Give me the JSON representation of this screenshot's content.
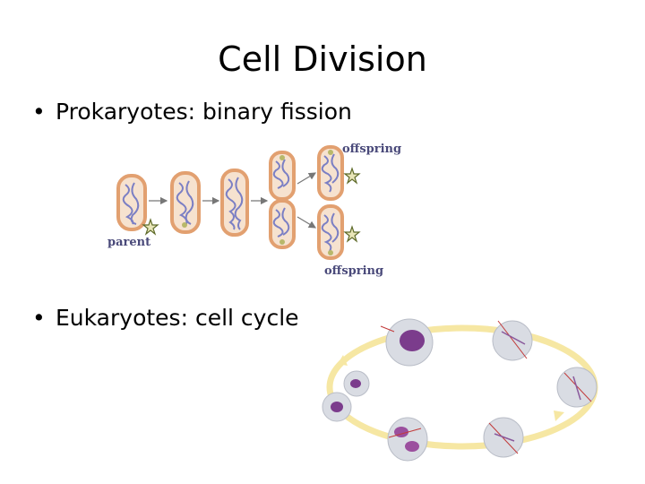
{
  "slide": {
    "title": "Cell Division",
    "bullets": [
      {
        "marker": "•",
        "text": "Prokaryotes: binary fission"
      },
      {
        "marker": "•",
        "text": "Eukaryotes: cell cycle"
      }
    ]
  },
  "fission_figure": {
    "labels": {
      "parent": "parent",
      "offspring_top": "offspring",
      "offspring_bottom": "offspring"
    },
    "colors": {
      "cell_wall": "#e2a070",
      "cell_fill": "#f6e2cf",
      "dna": "#7b7fc4",
      "arrow": "#777777",
      "star": "#5f6b2a"
    }
  },
  "cycle_figure": {
    "colors": {
      "ring": "#f6e7a3",
      "cell_fill": "#d9dce3",
      "nucleus": "#7b3c8c",
      "spindle": "#c23a3a"
    }
  }
}
